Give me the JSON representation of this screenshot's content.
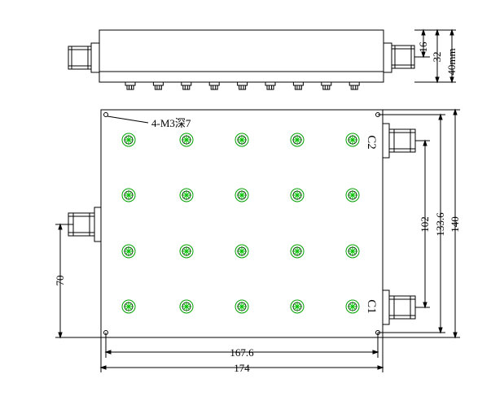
{
  "drawing": {
    "note_label": "4-M3深7",
    "ports": {
      "c1": "C1",
      "c2": "C2"
    },
    "dimensions": {
      "d16": "16",
      "d32": "32",
      "d40": "40mm",
      "d102": "102",
      "d133_6": "133.6",
      "d140": "140",
      "d70": "70",
      "d167_6": "167.6",
      "d174": "174"
    },
    "tuning_grid": {
      "rows": 4,
      "cols": 5
    },
    "side_screws": 9,
    "colors": {
      "line": "#000000",
      "screw": "#00a000",
      "screw_cross": "#00c000"
    }
  }
}
